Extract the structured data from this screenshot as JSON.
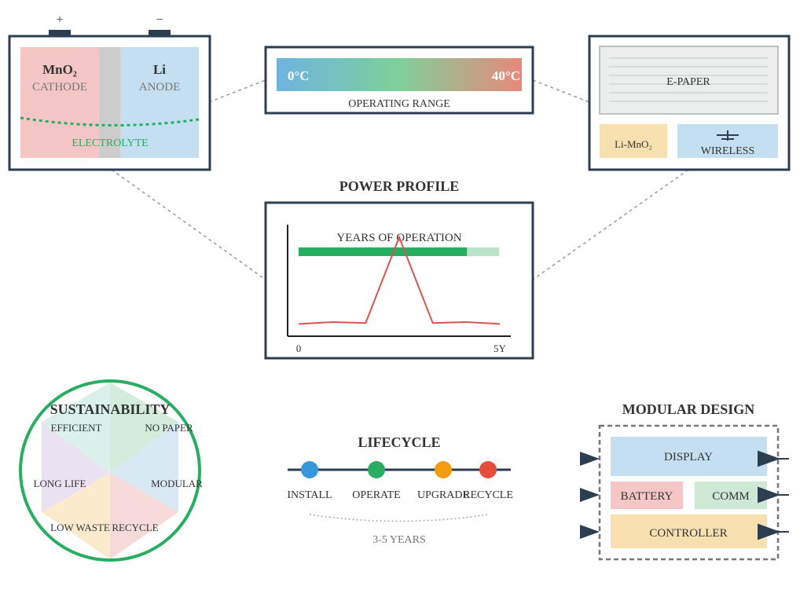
{
  "battery": {
    "plus": "+",
    "minus": "−",
    "cathode_formula": "MnO₂",
    "cathode_label": "CATHODE",
    "anode_formula": "Li",
    "anode_label": "ANODE",
    "electrolyte_label": "ELECTROLYTE"
  },
  "range": {
    "min_label": "0°C",
    "max_label": "40°C",
    "caption": "OPERATING RANGE"
  },
  "device": {
    "screen_label": "E-PAPER",
    "battery_label": "Li-MnO₂",
    "wireless_label": "WIRELESS"
  },
  "power": {
    "title": "POWER PROFILE",
    "bar_label": "YEARS OF OPERATION",
    "bar_fill_fraction": 0.84,
    "x_start": "0",
    "x_end": "5Y",
    "series": [
      0.03,
      0.05,
      0.04,
      0.95,
      0.04,
      0.05,
      0.03
    ]
  },
  "sustainability": {
    "title": "SUSTAINABILITY",
    "segments": [
      "EFFICIENT",
      "NO PAPER",
      "MODULAR",
      "RECYCLE",
      "LOW WASTE",
      "LONG LIFE"
    ]
  },
  "lifecycle": {
    "title": "LIFECYCLE",
    "steps": [
      "INSTALL",
      "OPERATE",
      "UPGRADE",
      "RECYCLE"
    ],
    "duration": "3-5 YEARS"
  },
  "modular": {
    "title": "MODULAR DESIGN",
    "display": "DISPLAY",
    "battery": "BATTERY",
    "comm": "COMM",
    "controller": "CONTROLLER"
  },
  "colors": {
    "frame": "#2c3e50",
    "cathode": "#f5c6c6",
    "anode": "#c4dff2",
    "separator": "#cccccc",
    "electrolyte": "#27ae60",
    "blue": "#3498db",
    "green": "#27ae60",
    "orange": "#f39c12",
    "red": "#e74c3c",
    "bar_fill": "#27ae60",
    "bar_track": "#b9e4c9",
    "curve": "#d9534f",
    "paper": "#eceeed",
    "amber_block": "#f9e0b0"
  }
}
